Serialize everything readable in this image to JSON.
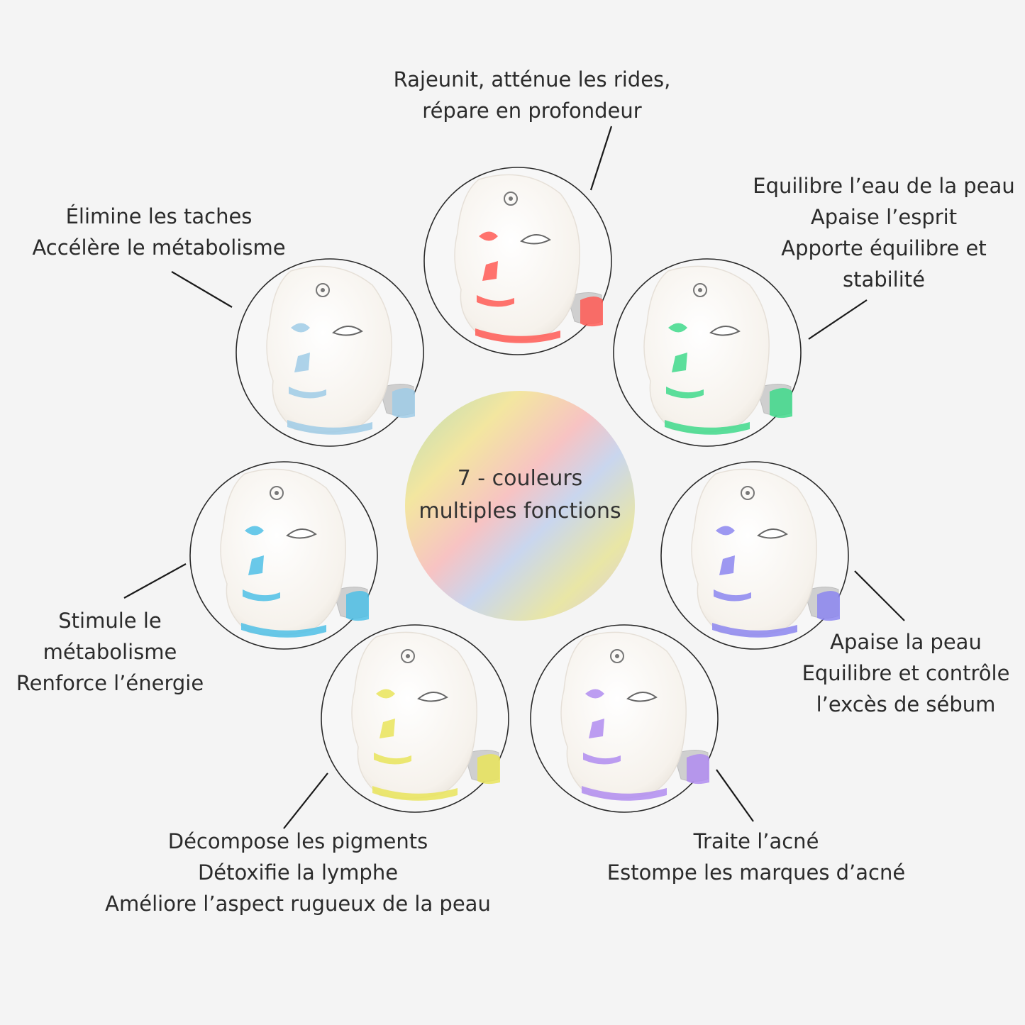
{
  "center": {
    "line1": "7 -  couleurs",
    "line2": "multiples fonctions"
  },
  "masks": [
    {
      "id": "red",
      "light": "#ff5a55",
      "lines": [
        "Rajeunit, atténue les rides,",
        "répare en profondeur"
      ]
    },
    {
      "id": "green",
      "light": "#3fd98b",
      "lines": [
        "Equilibre l’eau de la peau",
        "Apaise l’esprit",
        "Apporte équilibre et",
        "stabilité"
      ]
    },
    {
      "id": "purple",
      "light": "#8c86f0",
      "lines": [
        "Apaise la peau",
        "Equilibre et contrôle",
        "l’excès de sébum"
      ]
    },
    {
      "id": "violet",
      "light": "#b08cf0",
      "lines": [
        "Traite l’acné",
        "Estompe les marques d’acné"
      ]
    },
    {
      "id": "yellow",
      "light": "#e9e45a",
      "lines": [
        "Décompose les pigments",
        "Détoxifie la lymphe",
        "Améliore l’aspect rugueux de la peau"
      ]
    },
    {
      "id": "cyan",
      "light": "#4fc0e6",
      "lines": [
        "Stimule le",
        "métabolisme",
        "Renforce l’énergie"
      ]
    },
    {
      "id": "iceblue",
      "light": "#9fcbe6",
      "lines": [
        "Élimine les taches",
        "Accélère le métabolisme"
      ]
    }
  ]
}
